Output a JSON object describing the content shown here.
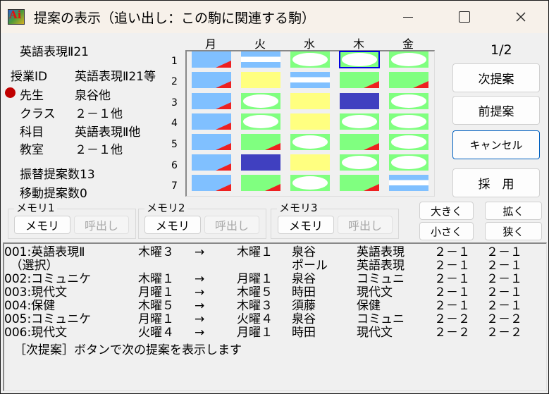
{
  "window": {
    "title": "提案の表示（追い出し：この駒に関連する駒）",
    "controls": {
      "minimize": "minimize",
      "maximize": "maximize",
      "close": "close"
    }
  },
  "info": {
    "header": "英語表現Ⅱ21",
    "lesson_id_label": "授業ID",
    "lesson_id_value": "英語表現Ⅱ21等",
    "teacher_label": "先生",
    "teacher_value": "泉谷他",
    "class_label": "クラス",
    "class_value": "２－１他",
    "subject_label": "科目",
    "subject_value": "英語表現Ⅱ他",
    "room_label": "教室",
    "room_value": "２－１他",
    "swap_count": "振替提案数13",
    "move_count": "移動提案数0",
    "teacher_marker_color": "#c00000"
  },
  "timetable": {
    "days": [
      "月",
      "火",
      "水",
      "木",
      "金"
    ],
    "periods": [
      "1",
      "2",
      "3",
      "4",
      "5",
      "6",
      "7"
    ],
    "selected": {
      "period": 1,
      "day": "木"
    },
    "legend_colors": {
      "light_blue": "#80c0ff",
      "green": "#80ff80",
      "yellow": "#ffff80",
      "navy": "#4040c0",
      "red": "#ee2020",
      "selection": "#0000e0"
    },
    "rows": [
      [
        "blue-red",
        "stripe",
        "oval",
        "oval",
        "oval"
      ],
      [
        "blue-red",
        "yellow",
        "stripe",
        "green-red",
        "green-red"
      ],
      [
        "blue-red",
        "oval",
        "yellow",
        "navy",
        "oval"
      ],
      [
        "blue-red",
        "oval",
        "yellow",
        "oval",
        "oval"
      ],
      [
        "blue-red",
        "green-red",
        "oval",
        "green-red",
        "oval"
      ],
      [
        "blue-red",
        "navy",
        "yellow",
        "oval",
        "oval"
      ],
      [
        "blue-red",
        "green-red",
        "oval",
        "green-red",
        "stripe"
      ]
    ]
  },
  "nav": {
    "page": "1/2",
    "next": "次提案",
    "prev": "前提案",
    "cancel": "キャンセル",
    "adopt": "採　用"
  },
  "memory": [
    {
      "title": "メモリ1",
      "save": "メモリ",
      "recall": "呼出し"
    },
    {
      "title": "メモリ2",
      "save": "メモリ",
      "recall": "呼出し"
    },
    {
      "title": "メモリ3",
      "save": "メモリ",
      "recall": "呼出し"
    }
  ],
  "zoom": {
    "bigger": "大きく",
    "smaller": "小さく",
    "widen": "拡く",
    "narrow": "狭く"
  },
  "list": {
    "rows": [
      {
        "name": "001:英語表現Ⅱ",
        "from": "木曜３",
        "arrow": "→",
        "to": "木曜１",
        "teacher": "泉谷",
        "subject": "英語表現",
        "class": "２－１",
        "room": "２－１"
      },
      {
        "name": "　（選択）",
        "from": "",
        "arrow": "",
        "to": "",
        "teacher": "ポール",
        "subject": "英語表現",
        "class": "２－１",
        "room": "２－１"
      },
      {
        "name": "002:コミュニケ",
        "from": "木曜１",
        "arrow": "→",
        "to": "月曜１",
        "teacher": "泉谷",
        "subject": "コミュニ",
        "class": "２－１",
        "room": "２－１"
      },
      {
        "name": "003:現代文",
        "from": "月曜１",
        "arrow": "→",
        "to": "木曜５",
        "teacher": "時田",
        "subject": "現代文",
        "class": "２－１",
        "room": "２－１"
      },
      {
        "name": "004:保健",
        "from": "木曜５",
        "arrow": "→",
        "to": "木曜３",
        "teacher": "須藤",
        "subject": "保健",
        "class": "２－１",
        "room": "２－１"
      },
      {
        "name": "005:コミュニケ",
        "from": "月曜１",
        "arrow": "→",
        "to": "火曜４",
        "teacher": "泉谷",
        "subject": "コミュニ",
        "class": "２－２",
        "room": "２－２"
      },
      {
        "name": "006:現代文",
        "from": "火曜４",
        "arrow": "→",
        "to": "月曜１",
        "teacher": "時田",
        "subject": "現代文",
        "class": "２－２",
        "room": "２－２"
      }
    ],
    "hint": "［次提案］ボタンで次の提案を表示します"
  }
}
